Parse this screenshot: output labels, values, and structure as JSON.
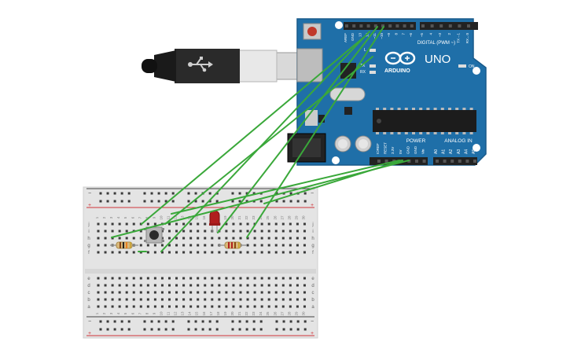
{
  "board": {
    "name": "UNO",
    "brand": "ARDUINO",
    "digital_label": "DIGITAL (PWM ~)",
    "power_label": "POWER",
    "analog_label": "ANALOG IN",
    "on_label": "ON",
    "l_label": "L",
    "tx_label": "TX",
    "rx_label": "RX",
    "top_pins": [
      "AREF",
      "GND",
      "13",
      "12",
      "~11",
      "~10",
      "~9",
      "8",
      "7",
      "~6",
      "~5",
      "4",
      "~3",
      "2",
      "TX→1",
      "RX←0"
    ],
    "power_pins": [
      "IOREF",
      "RESET",
      "3.3V",
      "5V",
      "GND",
      "GND",
      "Vin"
    ],
    "analog_pins": [
      "A0",
      "A1",
      "A2",
      "A3",
      "A4",
      "A5"
    ]
  },
  "breadboard": {
    "row_letters_top": [
      "j",
      "i",
      "h",
      "g",
      "f"
    ],
    "row_letters_bottom": [
      "e",
      "d",
      "c",
      "b",
      "a"
    ],
    "column_numbers": [
      "1",
      "2",
      "3",
      "4",
      "5",
      "6",
      "7",
      "8",
      "9",
      "10",
      "11",
      "12",
      "13",
      "14",
      "15",
      "16",
      "17",
      "18",
      "19",
      "20",
      "21",
      "22",
      "23",
      "24",
      "25",
      "26",
      "27",
      "28",
      "29",
      "30"
    ],
    "rail_minus": "−",
    "rail_plus": "+"
  },
  "colors": {
    "board": "#1f6fa8",
    "board_edge": "#195a8a",
    "wire": "#3aa83a",
    "breadboard": "#e6e6e6",
    "rail_red": "#d0343a",
    "rail_dark": "#444444",
    "led": "#b01e1e",
    "cable": "#222222"
  },
  "icons": {
    "usb": "usb-icon",
    "logo": "infinity-logo-icon"
  }
}
